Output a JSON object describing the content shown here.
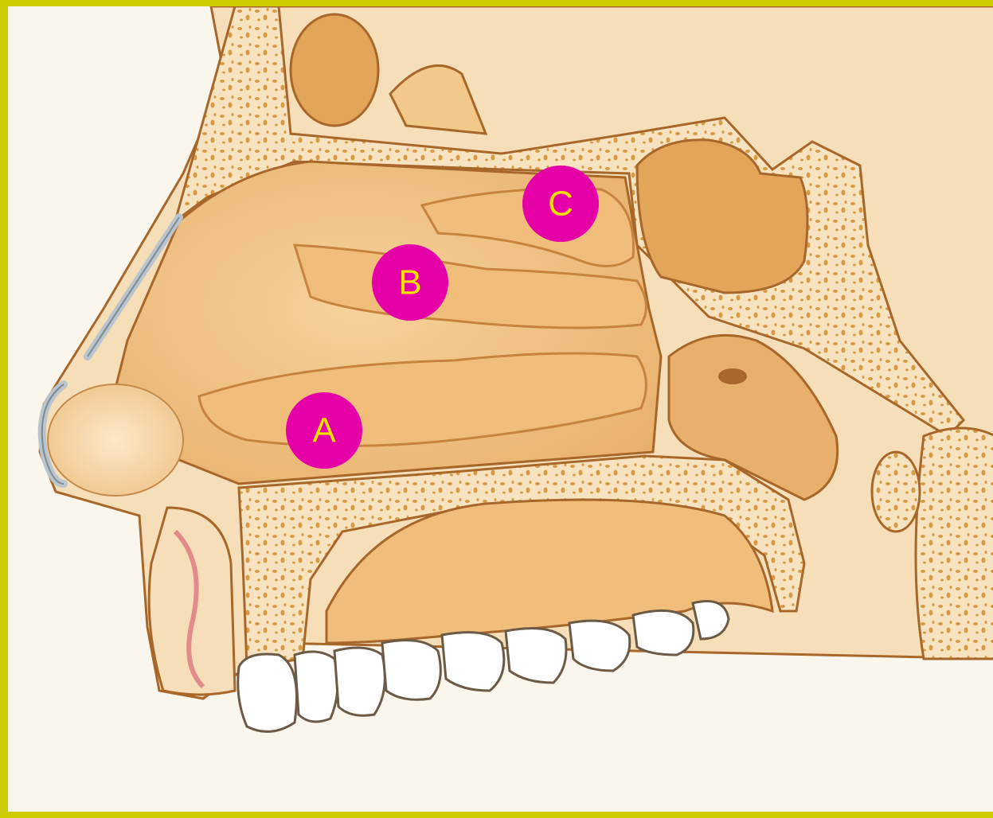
{
  "diagram": {
    "labels": [
      {
        "id": "A",
        "text": "A"
      },
      {
        "id": "B",
        "text": "B"
      },
      {
        "id": "C",
        "text": "C"
      }
    ],
    "colors": {
      "frame": "#cccc00",
      "background": "#fbf6ec",
      "tissue": "#f3c98a",
      "tissue_dark": "#e2a55a",
      "bone": "#f7e3bf",
      "bone_spots": "#d99a45",
      "outline": "#a8672a",
      "teeth": "#ffffff",
      "marker": "#e600a8",
      "marker_text": "#f2e000"
    }
  }
}
